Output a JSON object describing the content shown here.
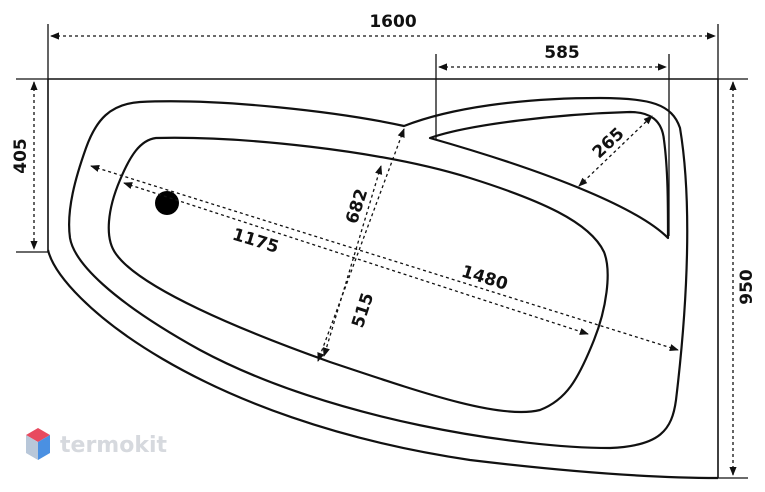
{
  "dimensions": {
    "total_length": "1600",
    "headrest_width": "585",
    "left_depth": "405",
    "total_depth": "950",
    "headrest_depth": "265",
    "inner_length_long": "1480",
    "inner_length_short": "1175",
    "inner_width_wide": "682",
    "inner_width_narrow": "515"
  },
  "watermark": {
    "brand": "termokit",
    "colors": [
      "#e84a5f",
      "#4a90e2",
      "#b8c7d9"
    ]
  }
}
